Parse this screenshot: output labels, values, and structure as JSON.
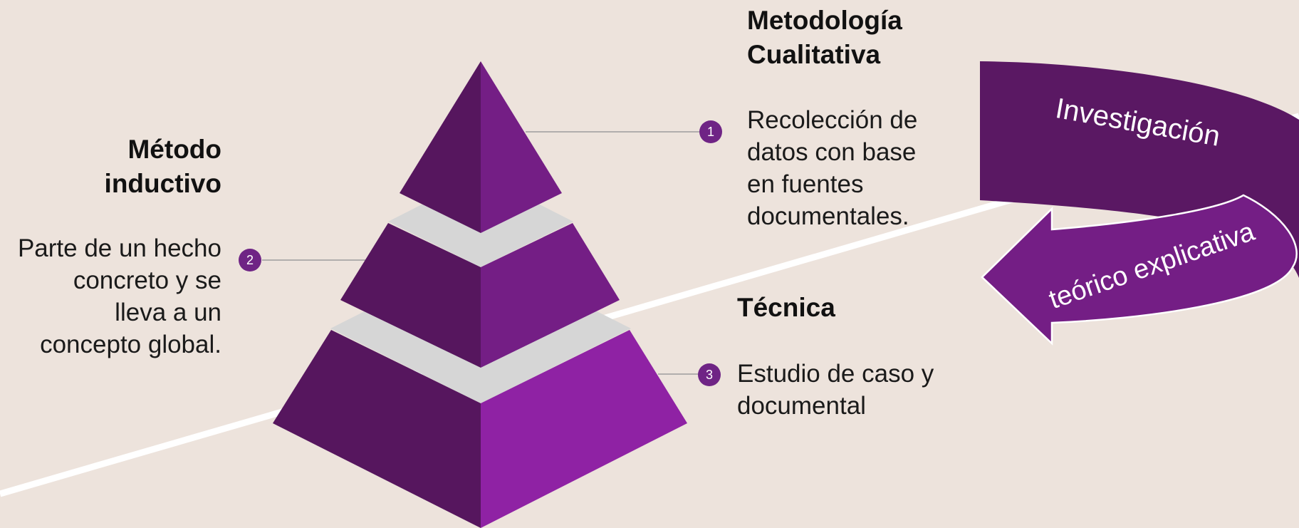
{
  "colors": {
    "background": "#ede3dc",
    "dark_purple": "#56165e",
    "mid_purple": "#741e85",
    "bright_purple": "#8f22a4",
    "gap_gray": "#d6d6d6",
    "badge": "#6f2485",
    "ribbon": "#5a1863",
    "diagonal_line": "#ffffff",
    "connector_line": "#9d9d9d"
  },
  "items": [
    {
      "number": "1",
      "heading_lines": [
        "Metodología",
        "Cualitativa"
      ],
      "body_lines": [
        "Recolección de",
        "datos con base",
        "en fuentes",
        "documentales."
      ]
    },
    {
      "number": "2",
      "heading_lines": [
        "Método",
        "inductivo"
      ],
      "body_lines": [
        "Parte de un hecho",
        "concreto y se",
        "lleva a un",
        "concepto global."
      ]
    },
    {
      "number": "3",
      "heading_lines": [
        "Técnica"
      ],
      "body_lines": [
        "Estudio de caso y",
        "documental"
      ]
    }
  ],
  "arrow": {
    "top_text": "Investigación",
    "bottom_text": "teórico explicativa"
  }
}
